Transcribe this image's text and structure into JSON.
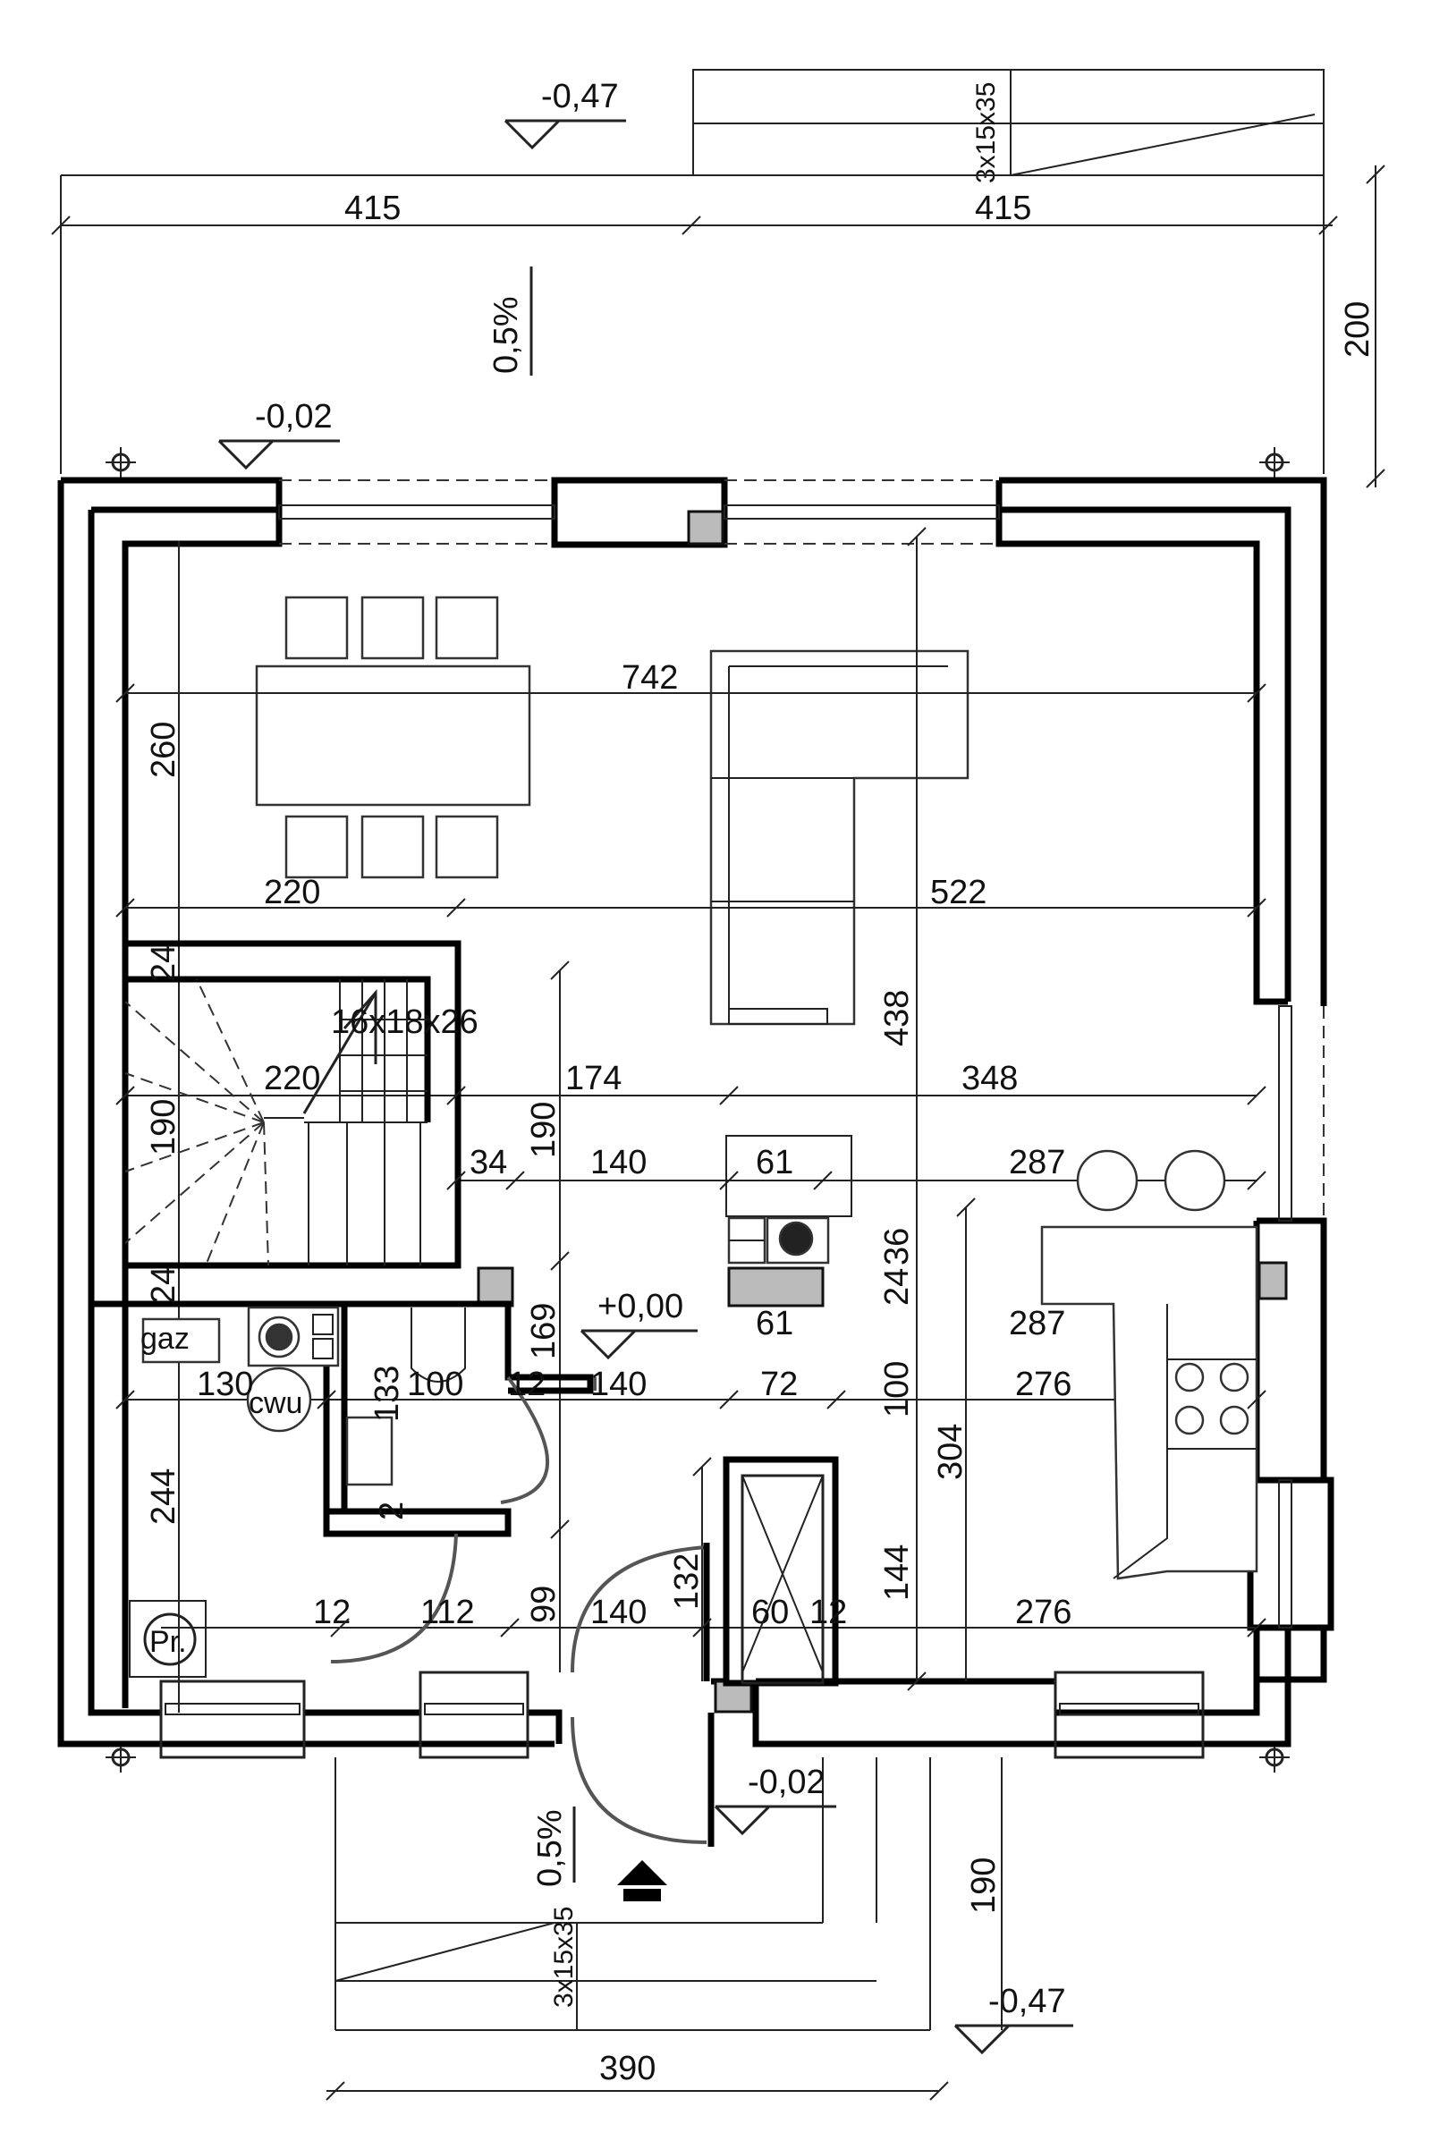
{
  "levels": {
    "top_left": "-0,47",
    "north_outside": "-0,02",
    "ground": "+0,00",
    "entrance": "-0,02",
    "bottom_right": "-0,47"
  },
  "slopes": {
    "north": "0,5%",
    "south": "0,5%"
  },
  "stairs": {
    "top_steps": "3x15x35",
    "interior": "16x18x26",
    "bottom_steps": "3x15x35"
  },
  "dimensions": {
    "top_left": "415",
    "top_right": "415",
    "right_200": "200",
    "overall_width": "742",
    "dining_depth": "260",
    "left_220_a": "220",
    "right_522": "522",
    "vert_438": "438",
    "stair_24_top": "24",
    "stair_220": "220",
    "dim_174": "174",
    "dim_348": "348",
    "stair_190": "190",
    "vert_190": "190",
    "dim_34": "34",
    "dim_140_a": "140",
    "dim_61_a": "61",
    "dim_287_a": "287",
    "vert_24": "24",
    "vert_36": "36",
    "stair_24_bottom": "24",
    "dim_169": "169",
    "dim_61_b": "61",
    "dim_287_b": "287",
    "dim_130": "130",
    "dim_133": "133",
    "dim_100_a": "100",
    "dim_12_a": "12",
    "dim_140_b": "140",
    "dim_72": "72",
    "dim_100_b": "100",
    "dim_276_a": "276",
    "dim_304": "304",
    "dim_244": "244",
    "dim_2": "2",
    "dim_132": "132",
    "dim_144": "144",
    "dim_12_b": "12",
    "dim_112": "112",
    "dim_99": "99",
    "dim_140_c": "140",
    "dim_60": "60",
    "dim_12_c": "12",
    "dim_276_b": "276",
    "vert_190_bottom": "190",
    "dim_390": "390"
  },
  "labels": {
    "gas": "gaz",
    "hot_water": "cwu",
    "pantry": "Pr."
  }
}
